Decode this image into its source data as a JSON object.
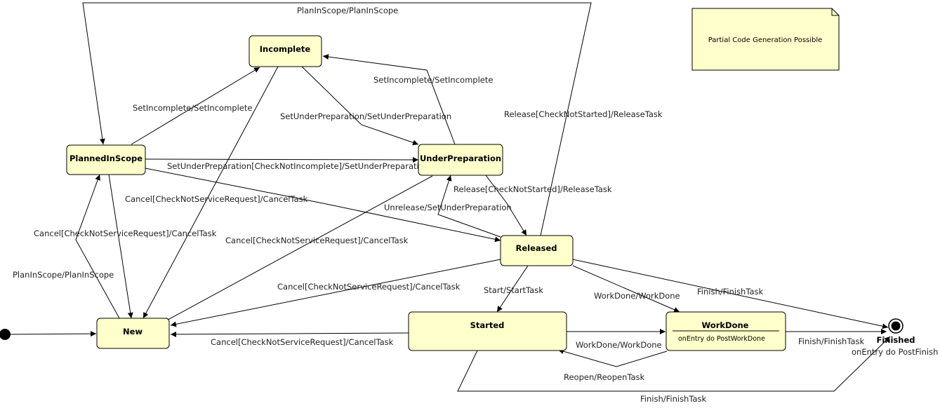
{
  "note": {
    "text": "Partial Code Generation Possible"
  },
  "states": {
    "incomplete": "Incomplete",
    "planned": "PlannedInScope",
    "underprep": "UnderPreparation",
    "released": "Released",
    "newstate": "New",
    "started": "Started",
    "workdone": "WorkDone",
    "workdone_entry": "onEntry do PostWorkDone",
    "finished": "Finished",
    "finished_entry": "onEntry do PostFinish"
  },
  "transitions": {
    "t_planinscope_top": "PlanInScope/PlanInScope",
    "t_setincomplete_right": "SetIncomplete/SetIncomplete",
    "t_setincomplete_left": "SetIncomplete/SetIncomplete",
    "t_setunderprep": "SetUnderPreparation/SetUnderPreparation",
    "t_release_top": "Release[CheckNotStarted]/ReleaseTask",
    "t_setunderprep_cond": "SetUnderPreparation[CheckNotIncomplete]/SetUnderPreparation",
    "t_release_up": "Release[CheckNotStarted]/ReleaseTask",
    "t_cancel_planned_new": "Cancel[CheckNotServiceRequest]/CancelTask",
    "t_unrelease": "Unrelease/SetUnderPreparation",
    "t_cancel_planned_up": "Cancel[CheckNotServiceRequest]/CancelTask",
    "t_cancel_up_new": "Cancel[CheckNotServiceRequest]/CancelTask",
    "t_planinscope_new": "PlanInScope/PlanInScope",
    "t_start": "Start/StartTask",
    "t_workdone_rel": "WorkDone/WorkDone",
    "t_finish_rel": "Finish/FinishTask",
    "t_cancel_rel_new": "Cancel[CheckNotServiceRequest]/CancelTask",
    "t_cancel_started_new": "Cancel[CheckNotServiceRequest]/CancelTask",
    "t_workdone_started": "WorkDone/WorkDone",
    "t_finish_wd": "Finish/FinishTask",
    "t_reopen": "Reopen/ReopenTask",
    "t_finish_started": "Finish/FinishTask"
  }
}
